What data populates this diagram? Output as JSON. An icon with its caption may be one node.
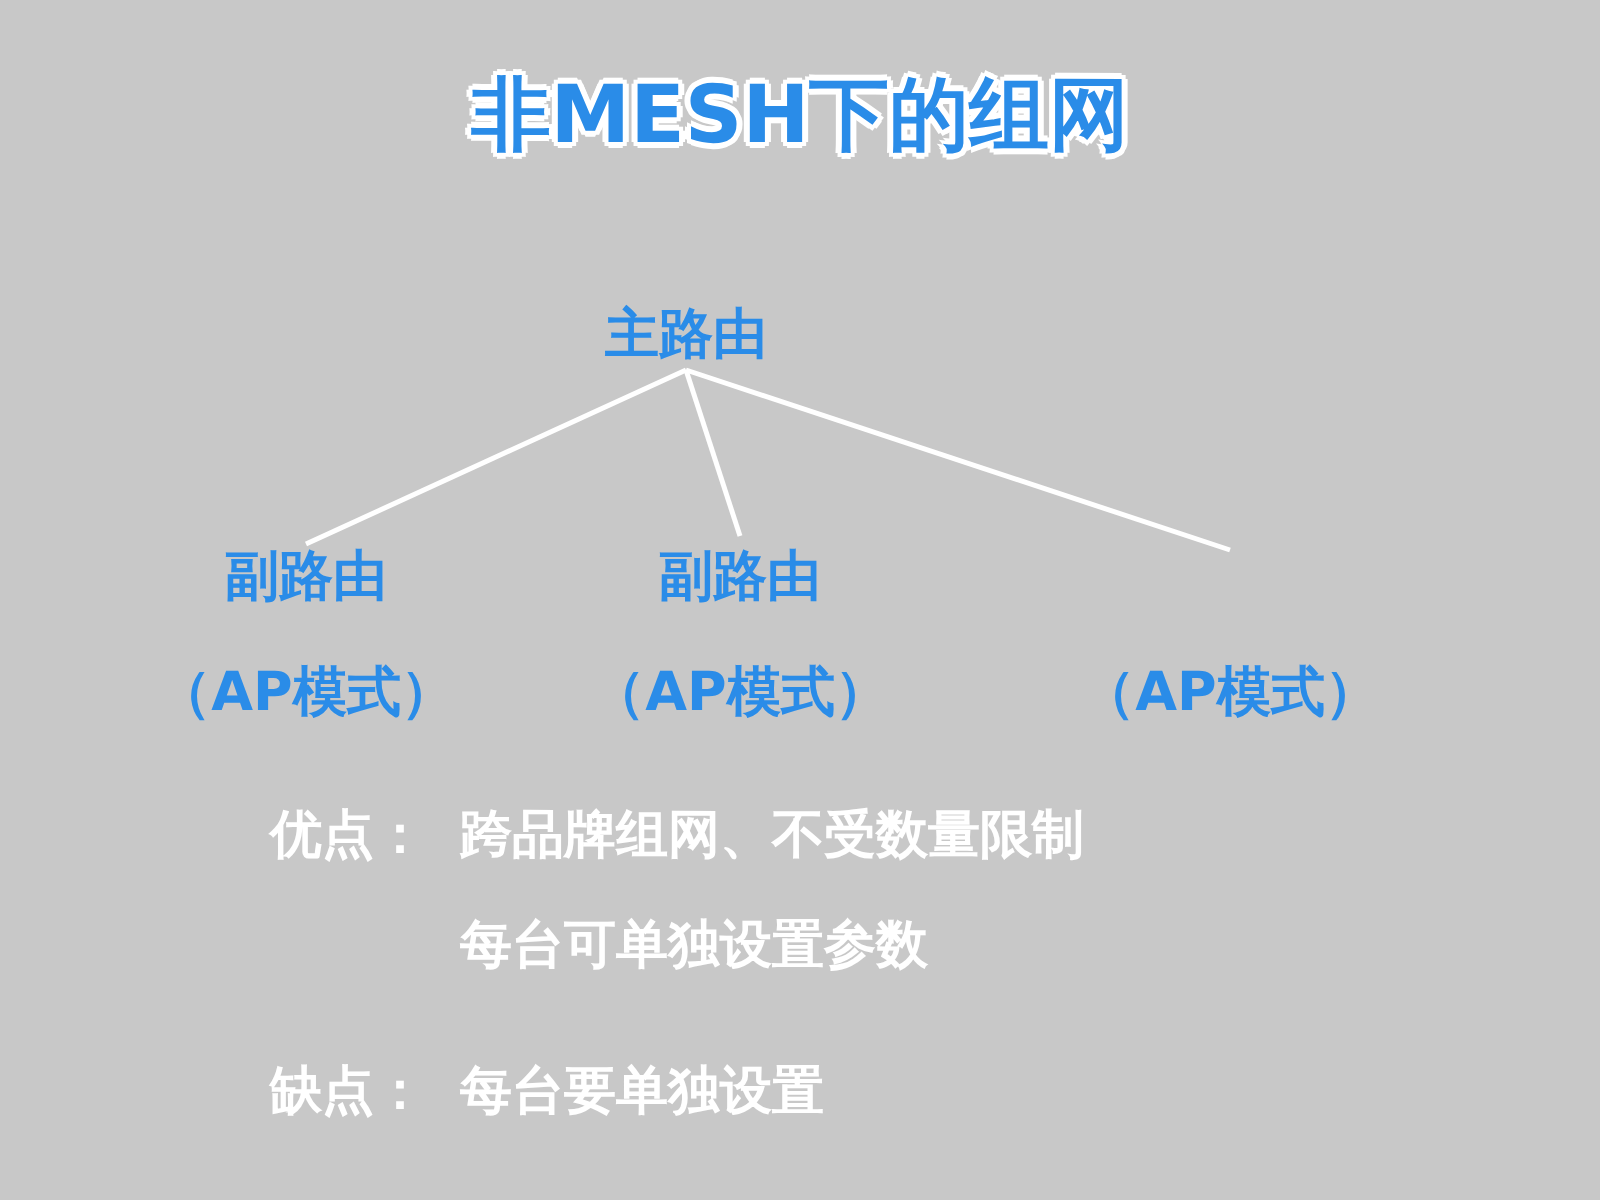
{
  "diagram": {
    "title": "非MESH下的组网",
    "nodes": [
      {
        "text": [
          "主路由"
        ]
      },
      {
        "text": [
          "副路由",
          "（AP模式）"
        ]
      },
      {
        "text": [
          "副路由",
          "（AP模式）"
        ]
      },
      {
        "text": [
          "（AP模式）"
        ]
      }
    ],
    "edges": [
      {
        "from": 0,
        "to": 1,
        "arrow": "none"
      },
      {
        "from": 0,
        "to": 2,
        "arrow": "none"
      },
      {
        "from": 0,
        "to": 3,
        "arrow": "none"
      }
    ],
    "labels": [
      "优点：",
      "跨品牌组网、不受数量限制",
      "每台可单独设置参数",
      "缺点：",
      "每台要单独设置"
    ]
  }
}
